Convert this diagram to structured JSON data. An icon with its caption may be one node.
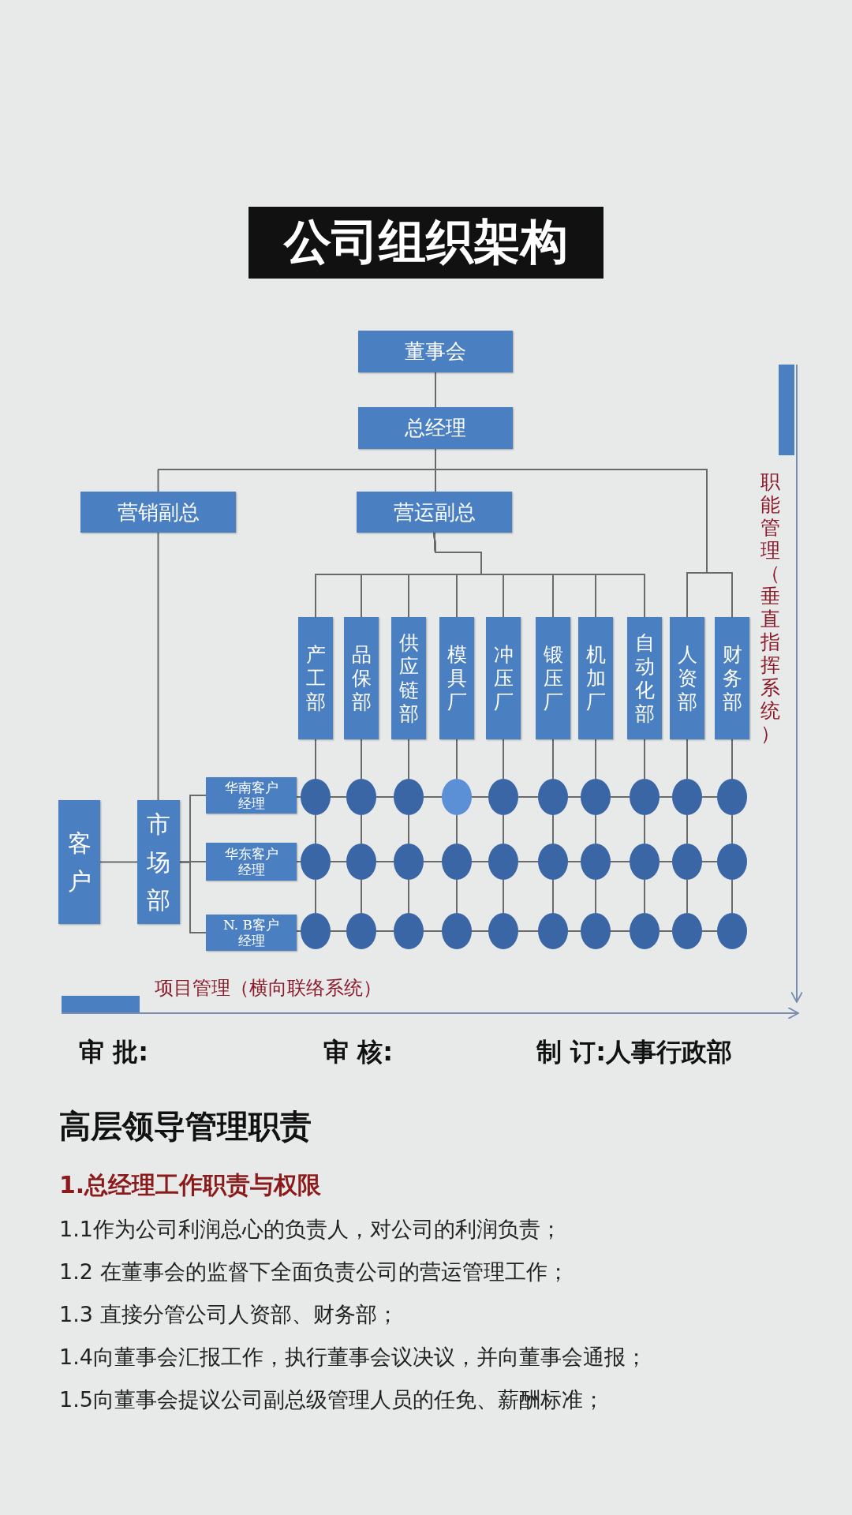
{
  "diagram": {
    "title": "公司组织架构",
    "nodes": [
      {
        "text": [
          "董事会"
        ]
      },
      {
        "text": [
          "总经理"
        ]
      },
      {
        "text": [
          "营销副总"
        ]
      },
      {
        "text": [
          "营运副总"
        ]
      },
      {
        "text": [
          "产工部"
        ]
      },
      {
        "text": [
          "品保部"
        ]
      },
      {
        "text": [
          "供应链部"
        ]
      },
      {
        "text": [
          "模具厂"
        ]
      },
      {
        "text": [
          "冲压厂"
        ]
      },
      {
        "text": [
          "锻压厂"
        ]
      },
      {
        "text": [
          "机加厂"
        ]
      },
      {
        "text": [
          "自动化部"
        ]
      },
      {
        "text": [
          "人资部"
        ]
      },
      {
        "text": [
          "财务部"
        ]
      },
      {
        "text": [
          "客户"
        ]
      },
      {
        "text": [
          "市场部"
        ]
      },
      {
        "text": [
          "华南客户经理"
        ]
      },
      {
        "text": [
          "华东客户经理"
        ]
      },
      {
        "text": [
          "N. B客户经理"
        ]
      },
      {
        "text": [],
        "shape": "circle"
      },
      {
        "text": [],
        "shape": "circle"
      },
      {
        "text": [],
        "shape": "circle"
      },
      {
        "text": [],
        "shape": "circle"
      },
      {
        "text": [],
        "shape": "circle"
      },
      {
        "text": [],
        "shape": "circle"
      },
      {
        "text": [],
        "shape": "circle"
      },
      {
        "text": [],
        "shape": "circle"
      },
      {
        "text": [],
        "shape": "circle"
      },
      {
        "text": [],
        "shape": "circle"
      },
      {
        "text": [],
        "shape": "circle"
      },
      {
        "text": [],
        "shape": "circle"
      },
      {
        "text": [],
        "shape": "circle"
      },
      {
        "text": [],
        "shape": "circle"
      },
      {
        "text": [],
        "shape": "circle"
      },
      {
        "text": [],
        "shape": "circle"
      },
      {
        "text": [],
        "shape": "circle"
      },
      {
        "text": [],
        "shape": "circle"
      },
      {
        "text": [],
        "shape": "circle"
      },
      {
        "text": [],
        "shape": "circle"
      },
      {
        "text": [],
        "shape": "circle"
      },
      {
        "text": [],
        "shape": "circle"
      },
      {
        "text": [],
        "shape": "circle"
      },
      {
        "text": [],
        "shape": "circle"
      },
      {
        "text": [],
        "shape": "circle"
      },
      {
        "text": [],
        "shape": "circle"
      },
      {
        "text": [],
        "shape": "circle"
      },
      {
        "text": [],
        "shape": "circle"
      },
      {
        "text": [],
        "shape": "circle"
      },
      {
        "text": [],
        "shape": "circle"
      }
    ],
    "edges": [
      {
        "from": 0,
        "to": 1,
        "arrow": "none"
      },
      {
        "from": 1,
        "to": 2,
        "arrow": "none"
      },
      {
        "from": 1,
        "to": 3,
        "arrow": "none"
      },
      {
        "from": 1,
        "to": 12,
        "arrow": "none"
      },
      {
        "from": 1,
        "to": 13,
        "arrow": "none"
      },
      {
        "from": 3,
        "to": 4,
        "arrow": "none"
      },
      {
        "from": 3,
        "to": 5,
        "arrow": "none"
      },
      {
        "from": 3,
        "to": 6,
        "arrow": "none"
      },
      {
        "from": 3,
        "to": 7,
        "arrow": "none"
      },
      {
        "from": 3,
        "to": 8,
        "arrow": "none"
      },
      {
        "from": 3,
        "to": 9,
        "arrow": "none"
      },
      {
        "from": 3,
        "to": 10,
        "arrow": "none"
      },
      {
        "from": 3,
        "to": 11,
        "arrow": "none"
      },
      {
        "from": 2,
        "to": 15,
        "arrow": "none"
      },
      {
        "from": 14,
        "to": 15,
        "arrow": "none"
      },
      {
        "from": 15,
        "to": 16,
        "arrow": "none"
      },
      {
        "from": 15,
        "to": 17,
        "arrow": "none"
      },
      {
        "from": 15,
        "to": 18,
        "arrow": "none"
      },
      {
        "from": 16,
        "to": 19,
        "arrow": "none"
      },
      {
        "from": 19,
        "to": 20,
        "arrow": "none"
      },
      {
        "from": 20,
        "to": 21,
        "arrow": "none"
      },
      {
        "from": 21,
        "to": 22,
        "arrow": "none"
      },
      {
        "from": 22,
        "to": 23,
        "arrow": "none"
      },
      {
        "from": 23,
        "to": 24,
        "arrow": "none"
      },
      {
        "from": 24,
        "to": 25,
        "arrow": "none"
      },
      {
        "from": 25,
        "to": 26,
        "arrow": "none"
      },
      {
        "from": 26,
        "to": 27,
        "arrow": "none"
      },
      {
        "from": 27,
        "to": 28,
        "arrow": "none"
      },
      {
        "from": 17,
        "to": 29,
        "arrow": "none"
      },
      {
        "from": 29,
        "to": 30,
        "arrow": "none"
      },
      {
        "from": 30,
        "to": 31,
        "arrow": "none"
      },
      {
        "from": 31,
        "to": 32,
        "arrow": "none"
      },
      {
        "from": 32,
        "to": 33,
        "arrow": "none"
      },
      {
        "from": 33,
        "to": 34,
        "arrow": "none"
      },
      {
        "from": 34,
        "to": 35,
        "arrow": "none"
      },
      {
        "from": 35,
        "to": 36,
        "arrow": "none"
      },
      {
        "from": 36,
        "to": 37,
        "arrow": "none"
      },
      {
        "from": 37,
        "to": 38,
        "arrow": "none"
      },
      {
        "from": 18,
        "to": 39,
        "arrow": "none"
      },
      {
        "from": 39,
        "to": 40,
        "arrow": "none"
      },
      {
        "from": 40,
        "to": 41,
        "arrow": "none"
      },
      {
        "from": 41,
        "to": 42,
        "arrow": "none"
      },
      {
        "from": 42,
        "to": 43,
        "arrow": "none"
      },
      {
        "from": 43,
        "to": 44,
        "arrow": "none"
      },
      {
        "from": 44,
        "to": 45,
        "arrow": "none"
      },
      {
        "from": 45,
        "to": 46,
        "arrow": "none"
      },
      {
        "from": 46,
        "to": 47,
        "arrow": "none"
      },
      {
        "from": 47,
        "to": 48,
        "arrow": "none"
      },
      {
        "from": 4,
        "to": 19,
        "arrow": "none"
      },
      {
        "from": 19,
        "to": 29,
        "arrow": "none"
      },
      {
        "from": 29,
        "to": 39,
        "arrow": "none"
      },
      {
        "from": 5,
        "to": 20,
        "arrow": "none"
      },
      {
        "from": 20,
        "to": 30,
        "arrow": "none"
      },
      {
        "from": 30,
        "to": 40,
        "arrow": "none"
      },
      {
        "from": 6,
        "to": 21,
        "arrow": "none"
      },
      {
        "from": 21,
        "to": 31,
        "arrow": "none"
      },
      {
        "from": 31,
        "to": 41,
        "arrow": "none"
      },
      {
        "from": 7,
        "to": 22,
        "arrow": "none"
      },
      {
        "from": 22,
        "to": 32,
        "arrow": "none"
      },
      {
        "from": 32,
        "to": 42,
        "arrow": "none"
      },
      {
        "from": 8,
        "to": 23,
        "arrow": "none"
      },
      {
        "from": 23,
        "to": 33,
        "arrow": "none"
      },
      {
        "from": 33,
        "to": 43,
        "arrow": "none"
      },
      {
        "from": 9,
        "to": 24,
        "arrow": "none"
      },
      {
        "from": 24,
        "to": 34,
        "arrow": "none"
      },
      {
        "from": 34,
        "to": 44,
        "arrow": "none"
      },
      {
        "from": 10,
        "to": 25,
        "arrow": "none"
      },
      {
        "from": 25,
        "to": 35,
        "arrow": "none"
      },
      {
        "from": 35,
        "to": 45,
        "arrow": "none"
      },
      {
        "from": 11,
        "to": 26,
        "arrow": "none"
      },
      {
        "from": 26,
        "to": 36,
        "arrow": "none"
      },
      {
        "from": 36,
        "to": 46,
        "arrow": "none"
      },
      {
        "from": 12,
        "to": 27,
        "arrow": "none"
      },
      {
        "from": 27,
        "to": 37,
        "arrow": "none"
      },
      {
        "from": 37,
        "to": 47,
        "arrow": "none"
      },
      {
        "from": 13,
        "to": 28,
        "arrow": "none"
      },
      {
        "from": 28,
        "to": 38,
        "arrow": "none"
      },
      {
        "from": 38,
        "to": 48,
        "arrow": "none"
      }
    ],
    "labels": [
      "职能管理（垂直指挥系统）",
      "项目管理（横向联络系统）",
      "审 批:",
      "审 核:",
      "制 订:人事行政部",
      "高层领导管理职责",
      "1.总经理工作职责与权限",
      "1.1作为公司利润总心的负责人，对公司的利润负责；",
      "1.2 在董事会的监督下全面负责公司的营运管理工作；",
      "1.3 直接分管公司人资部、财务部；",
      "1.4向董事会汇报工作，执行董事会议决议，并向董事会通报；",
      "1.5向董事会提议公司副总级管理人员的任免、薪酬标准；"
    ]
  }
}
